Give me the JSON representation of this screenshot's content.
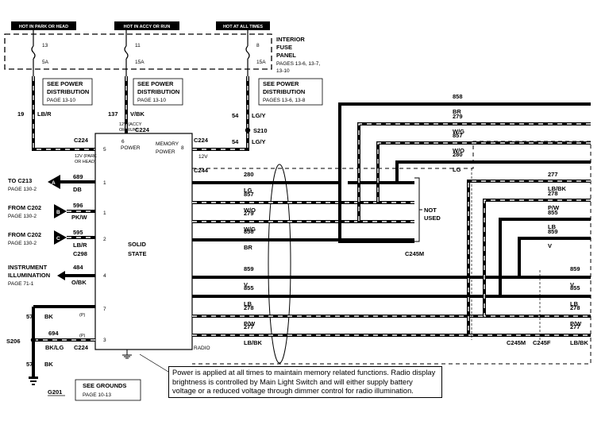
{
  "header_labels": {
    "hot_park": "HOT IN PARK OR HEAD",
    "hot_accy": "HOT IN ACCY OR RUN",
    "hot_all": "HOT AT ALL TIMES"
  },
  "fuses": [
    {
      "num": "13",
      "amps": "5A"
    },
    {
      "num": "11",
      "amps": "15A"
    },
    {
      "num": "8",
      "amps": "15A"
    }
  ],
  "fuse_panel": {
    "line1": "INTERIOR",
    "line2": "FUSE",
    "line3": "PANEL",
    "pages1": "PAGES 13-6, 13-7,",
    "pages2": "13-10"
  },
  "power_dist": [
    {
      "l1": "SEE POWER",
      "l2": "DISTRIBUTION",
      "l3": "PAGE 13-10"
    },
    {
      "l1": "SEE POWER",
      "l2": "DISTRIBUTION",
      "l3": "PAGE 13-10"
    },
    {
      "l1": "SEE POWER",
      "l2": "DISTRIBUTION",
      "l3": "PAGES 13-6, 13-8"
    }
  ],
  "left_wires": {
    "w19": "19",
    "w19_color": "LB/R",
    "w137": "137",
    "w137_color": "V/BK",
    "w54a": "54",
    "w54a_color": "LG/Y",
    "w54b": "54",
    "w54b_color": "LG/Y",
    "s210": "S210",
    "c224": "C224",
    "c244": "C244",
    "c298": "C298",
    "c213_label": "TO C213",
    "c213_page": "PAGE 130-2",
    "w689": "689",
    "w689_color": "DB",
    "c202a_label": "FROM C202",
    "c202a_page": "PAGE 130-2",
    "w596": "596",
    "w596_color": "PK/W",
    "c202b_label": "FROM C202",
    "c202b_page": "PAGE 130-2",
    "w595": "595",
    "w595_color": "LB/R",
    "inst1": "INSTRUMENT",
    "inst2": "ILLUMINATION",
    "inst_page": "PAGE 71-1",
    "w484": "484",
    "w484_color": "O/BK",
    "w57a": "57",
    "w57a_color": "BK",
    "w694": "694",
    "w694_color": "BK/LG",
    "s206": "S206",
    "w57b": "57",
    "w57b_color": "BK",
    "g201": "G201",
    "park_note1": "12V (PARK",
    "park_note2": "OR HEAD)",
    "accy_note1": "12V (ACCY",
    "accy_note2": "OR RUN)",
    "v12": "12V",
    "conn_a": "A",
    "conn_b": "B",
    "conn_c": "C"
  },
  "radio": {
    "pin6": "6",
    "power": "POWER",
    "pin8": "8",
    "memory": "MEMORY",
    "memory_power": "POWER",
    "pins": [
      "5",
      "1",
      "1",
      "2",
      "4",
      "7",
      "3"
    ],
    "solid": "SOLID",
    "state": "STATE",
    "label": "RADIO"
  },
  "speaker_wires": [
    {
      "num": "280",
      "color": "LG"
    },
    {
      "num": "857",
      "color": "W/O"
    },
    {
      "num": "279",
      "color": "W/G"
    },
    {
      "num": "858",
      "color": "BR"
    },
    {
      "num": "859",
      "color": "V"
    },
    {
      "num": "855",
      "color": "LB"
    },
    {
      "num": "278",
      "color": "P/W"
    },
    {
      "num": "277",
      "color": "LB/BK"
    }
  ],
  "upper_right": [
    {
      "num": "858",
      "color": "BR"
    },
    {
      "num": "279",
      "color": "W/G"
    },
    {
      "num": "857",
      "color": "W/O"
    },
    {
      "num": "280",
      "color": "LG"
    }
  ],
  "right_block": [
    {
      "num": "277",
      "color": "LB/BK"
    },
    {
      "num": "278",
      "color": "P/W"
    },
    {
      "num": "855",
      "color": "LB"
    },
    {
      "num": "859",
      "color": "V"
    }
  ],
  "lower_right": [
    {
      "num": "859",
      "color": "V"
    },
    {
      "num": "855",
      "color": "LB"
    },
    {
      "num": "278",
      "color": "P/W"
    },
    {
      "num": "277",
      "color": "LB/BK"
    }
  ],
  "connectors": {
    "not_used1": "NOT",
    "not_used2": "USED",
    "c245m_top": "C245M",
    "c245m_bot": "C245M",
    "c245f": "C245F"
  },
  "grounds": {
    "l1": "SEE GROUNDS",
    "l2": "PAGE 10-13"
  },
  "note": "Power is applied at all times to maintain memory related functions.  Radio display brightness is controlled by Main Light Switch and will either supply battery voltage or a reduced voltage through dimmer control for radio illumination."
}
